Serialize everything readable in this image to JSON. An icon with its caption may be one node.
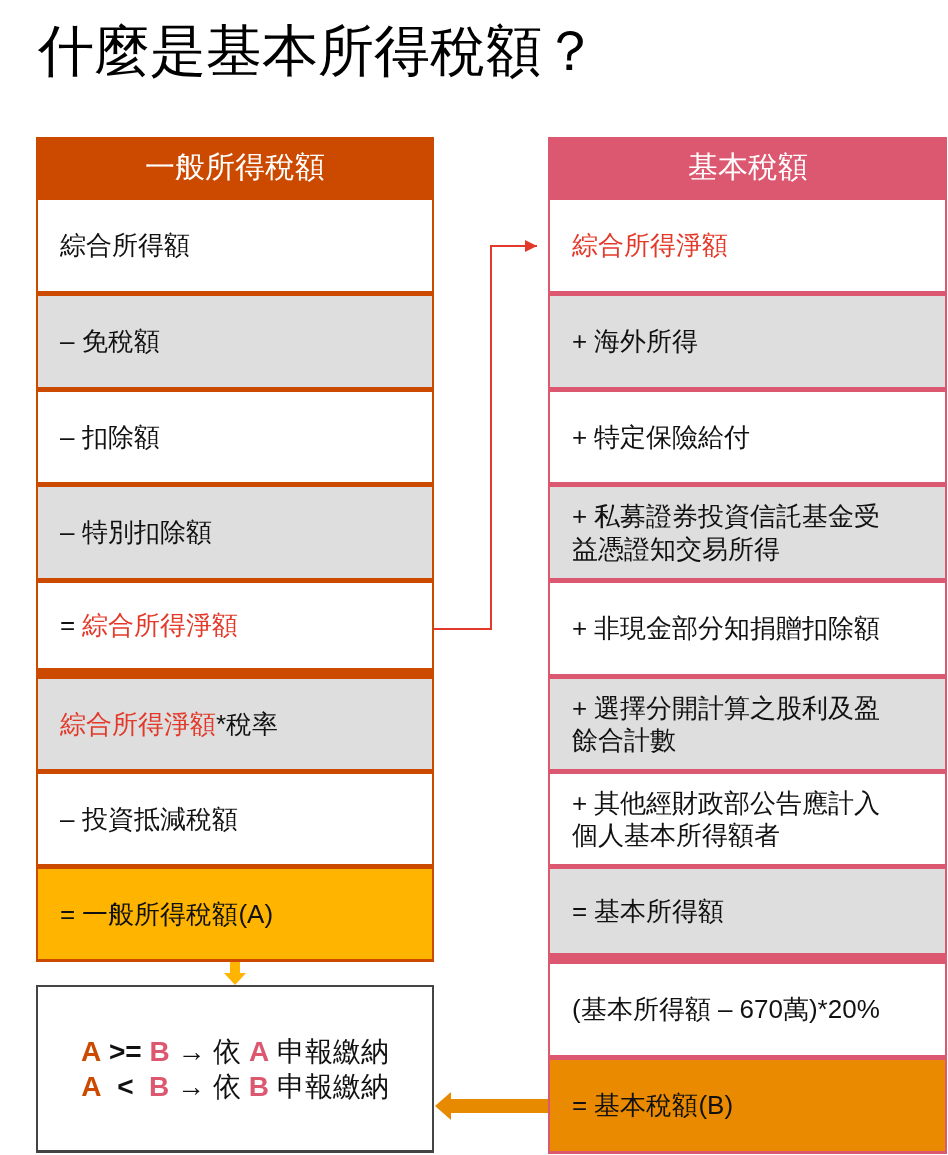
{
  "diagram": {
    "title": "什麼是基本所得稅額？",
    "nodes": [
      {
        "text": [
          "一般所得稅額"
        ]
      },
      {
        "text": [
          "綜合所得額"
        ]
      },
      {
        "text": [
          "– 免稅額"
        ]
      },
      {
        "text": [
          "– 扣除額"
        ]
      },
      {
        "text": [
          "– 特別扣除額"
        ]
      },
      {
        "text": [
          "=",
          "綜合所得淨額"
        ]
      },
      {
        "text": [
          "綜合所得淨額",
          "*稅率"
        ]
      },
      {
        "text": [
          "– 投資抵減稅額"
        ]
      },
      {
        "text": [
          "= 一般所得稅額(A)"
        ]
      },
      {
        "text": [
          "基本稅額"
        ]
      },
      {
        "text": [
          "綜合所得淨額"
        ]
      },
      {
        "text": [
          "+ 海外所得"
        ]
      },
      {
        "text": [
          "+ 特定保險給付"
        ]
      },
      {
        "text": [
          "+ 私募證券投資信託基金受益憑證知交易所得"
        ]
      },
      {
        "text": [
          "+ 非現金部分知捐贈扣除額"
        ]
      },
      {
        "text": [
          "+ 選擇分開計算之股利及盈餘合計數"
        ]
      },
      {
        "text": [
          "+ 其他經財政部公告應計入個人基本所得額者"
        ]
      },
      {
        "text": [
          "= 基本所得額"
        ]
      },
      {
        "text": [
          "(基本所得額 – 670萬)*20%"
        ]
      },
      {
        "text": [
          "= 基本稅額(B)"
        ]
      },
      {
        "text": [
          "**A** **>=** **B** → 依 **A** 申報繳納",
          "**A**  **<**  **B** → 依 **B** 申報繳納"
        ]
      }
    ],
    "edges": [
      {
        "from": 5,
        "to": 10,
        "arrow": "to",
        "color": "#e3392a"
      },
      {
        "from": 8,
        "to": 20,
        "arrow": "to",
        "style": "thick",
        "color": "#ffb400"
      },
      {
        "from": 19,
        "to": 20,
        "arrow": "to",
        "style": "thick",
        "color": "#e88a00"
      }
    ]
  }
}
